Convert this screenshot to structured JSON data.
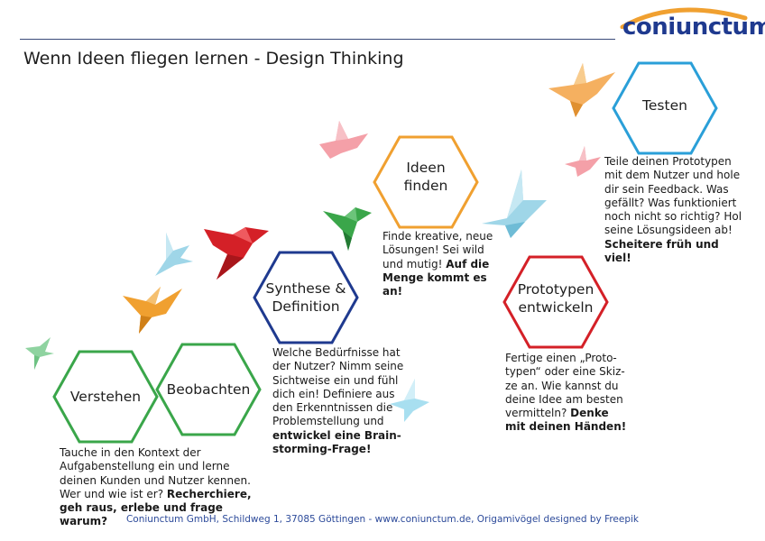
{
  "header": {
    "title": "Wenn Ideen fliegen lernen - Design Thinking",
    "logo_text": "coniunctum"
  },
  "stages": [
    {
      "label": "Verstehen",
      "color": "#3aa64a"
    },
    {
      "label": "Beobachten",
      "color": "#3aa64a"
    },
    {
      "label": "Synthese & Definition",
      "color": "#1f3a8f"
    },
    {
      "label": "Ideen finden",
      "color": "#f0a030"
    },
    {
      "label": "Prototypen entwickeln",
      "color": "#d42027"
    },
    {
      "label": "Testen",
      "color": "#2a9fd8"
    }
  ],
  "descriptions": {
    "verstehen": {
      "text": "Tauche in den Kontext der Aufgaben­stellung ein und lerne deinen Kunden und Nutzer kennen. Wer und wie ist er?",
      "bold": "Recherchiere, geh raus, erlebe und frage warum?"
    },
    "synthese": {
      "text": "Welche Bedürfnisse hat der Nutzer? Nimm seine Sichtweise ein und fühl dich ein! Definiere aus den Erkenntnissen die Problemstellung und",
      "bold": "entwickel eine Brain­storming-Frage!"
    },
    "ideen": {
      "text": "Finde kreative, neue Lösungen! Sei wild und mutig!",
      "bold": "Auf die Menge kommt es an!"
    },
    "prototypen": {
      "text": "Fertige einen „Proto­typen“ oder eine Skiz­ze an. Wie kannst du deine Idee am besten vermitteln?",
      "bold": "Denke mit deinen Händen!"
    },
    "testen": {
      "text": "Teile deinen Prototypen mit dem Nutzer und hole dir sein Feedback. Was gefällt? Was funktioniert noch nicht so richtig? Hol seine Lösungsideen ab!",
      "bold": "Scheitere früh und viel!"
    }
  },
  "footer": "Coniunctum GmbH, Schildweg 1, 37085 Göttingen  -  www.coniunctum.de, Origamivögel designed by Freepik",
  "bird_colors": [
    "#8fd3a0",
    "#f0a030",
    "#9fd6e8",
    "#d42027",
    "#f4a0a8",
    "#3aa64a",
    "#a8dff0",
    "#f4a0a8",
    "#f5b060",
    "#9fd6e8"
  ]
}
